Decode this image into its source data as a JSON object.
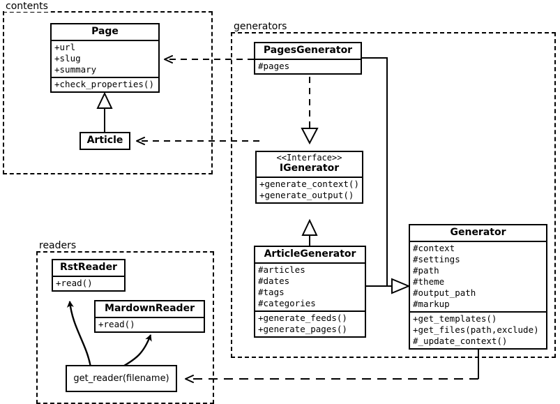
{
  "diagram": {
    "title": "UML class diagram",
    "type": "uml-class-diagram",
    "stroke_color": "#000000",
    "background_color": "#ffffff"
  },
  "packages": [
    {
      "id": "contents",
      "label": "contents"
    },
    {
      "id": "generators",
      "label": "generators"
    },
    {
      "id": "readers",
      "label": "readers"
    }
  ],
  "classes": {
    "page": {
      "name": "Page",
      "attributes": [
        "+url",
        "+slug",
        "+summary"
      ],
      "methods": [
        "+check_properties()"
      ]
    },
    "article": {
      "name": "Article",
      "attributes": [],
      "methods": []
    },
    "pages_generator": {
      "name": "PagesGenerator",
      "attributes": [
        "#pages"
      ],
      "methods": []
    },
    "igenerator": {
      "stereotype": "<<Interface>>",
      "name": "IGenerator",
      "attributes": [],
      "methods": [
        "+generate_context()",
        "+generate_output()"
      ]
    },
    "article_generator": {
      "name": "ArticleGenerator",
      "attributes": [
        "#articles",
        "#dates",
        "#tags",
        "#categories"
      ],
      "methods": [
        "+generate_feeds()",
        "+generate_pages()"
      ]
    },
    "generator": {
      "name": "Generator",
      "attributes": [
        "#context",
        "#settings",
        "#path",
        "#theme",
        "#output_path",
        "#markup"
      ],
      "methods": [
        "+get_templates()",
        "+get_files(path,exclude)",
        "#_update_context()"
      ]
    },
    "rst_reader": {
      "name": "RstReader",
      "attributes": [],
      "methods": [
        "+read()"
      ]
    },
    "mardown_reader": {
      "name": "MardownReader",
      "attributes": [],
      "methods": [
        "+read()"
      ]
    },
    "get_reader": {
      "name": "get_reader(filename)"
    }
  },
  "relationships": [
    {
      "id": "article-inherits-page",
      "from": "Article",
      "to": "Page",
      "kind": "generalization"
    },
    {
      "id": "pagesgenerator-realizes-igenerator",
      "from": "PagesGenerator",
      "to": "IGenerator",
      "kind": "realization"
    },
    {
      "id": "articlegenerator-inherits-igenerator",
      "from": "ArticleGenerator",
      "to": "IGenerator",
      "kind": "generalization"
    },
    {
      "id": "pagesgenerator-inherits-generator",
      "from": "PagesGenerator",
      "to": "Generator",
      "kind": "generalization"
    },
    {
      "id": "articlegenerator-inherits-generator",
      "from": "ArticleGenerator",
      "to": "Generator",
      "kind": "generalization"
    },
    {
      "id": "pagesgenerator-uses-page",
      "from": "PagesGenerator",
      "to": "Page",
      "kind": "dependency"
    },
    {
      "id": "articlegenerator-uses-article",
      "from": "ArticleGenerator",
      "to": "Article",
      "kind": "dependency"
    },
    {
      "id": "generator-uses-get-reader",
      "from": "Generator",
      "to": "get_reader(filename)",
      "kind": "dependency"
    },
    {
      "id": "get-reader-creates-rstreader",
      "from": "get_reader(filename)",
      "to": "RstReader",
      "kind": "association"
    },
    {
      "id": "get-reader-creates-mardownreader",
      "from": "get_reader(filename)",
      "to": "MardownReader",
      "kind": "association"
    }
  ]
}
